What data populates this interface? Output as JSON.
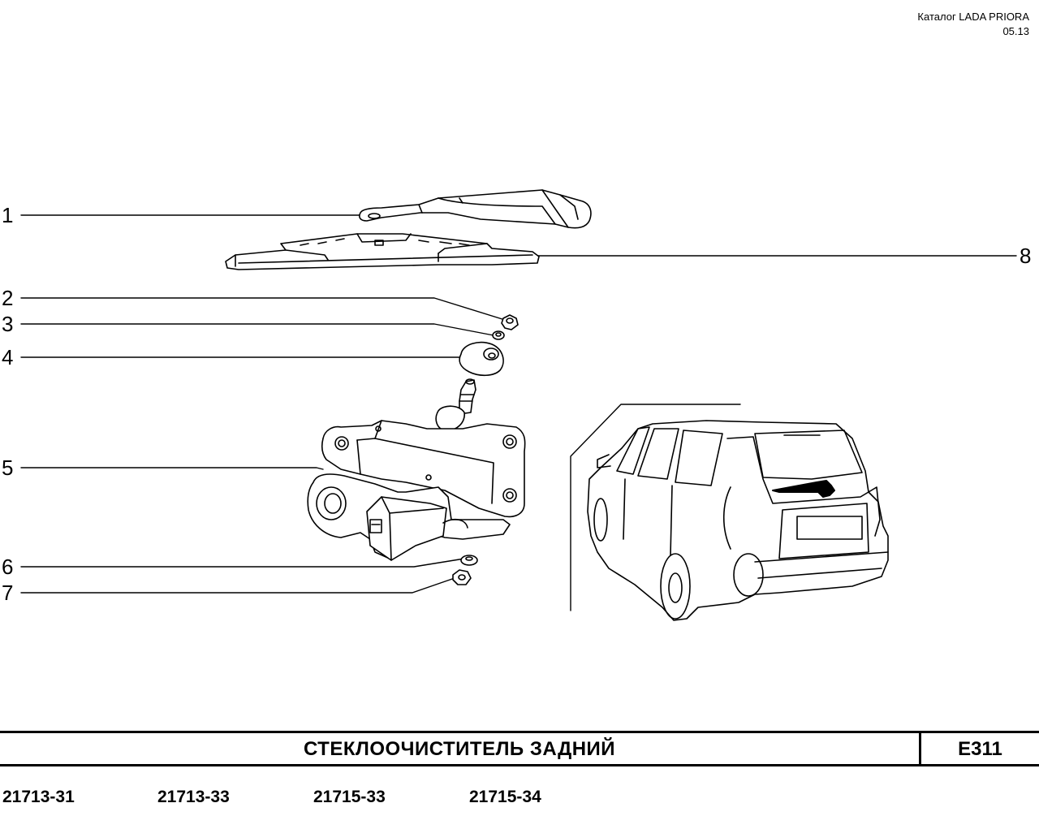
{
  "header": {
    "catalog": "Каталог  LADA  PRIORA",
    "date": "05.13"
  },
  "callouts": [
    "1",
    "2",
    "3",
    "4",
    "5",
    "6",
    "7",
    "8"
  ],
  "title": "СТЕКЛООЧИСТИТЕЛЬ   ЗАДНИЙ",
  "page_code": "E311",
  "models": [
    "21713-31",
    "21713-33",
    "21715-33",
    "21715-34"
  ]
}
